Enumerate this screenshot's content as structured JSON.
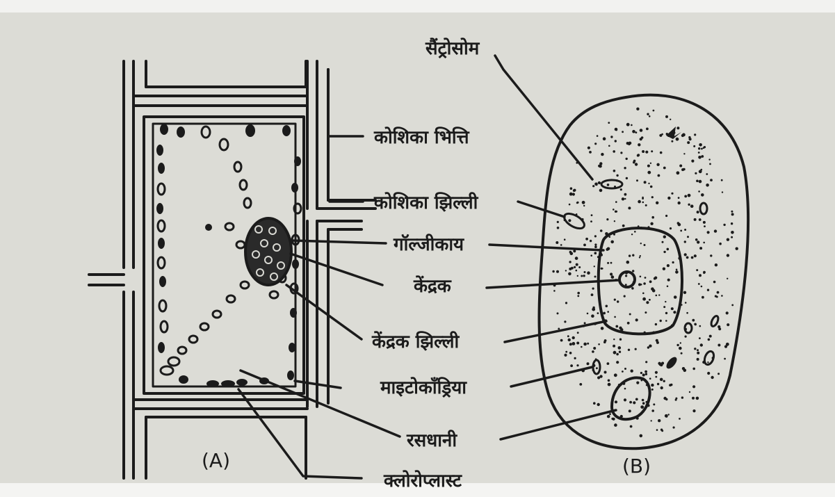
{
  "diagram": {
    "captions": {
      "plant_cell": "(A)",
      "animal_cell": "(B)"
    },
    "labels": {
      "centrosome": "सैंट्रोसोम",
      "cell_wall": "कोशिका भित्ति",
      "cell_membrane": "कोशिका झिल्ली",
      "golgi_body": "गॉल्जीकाय",
      "nucleus": "केंद्रक",
      "nuclear_membrane": "केंद्रक झिल्ली",
      "mitochondria": "माइटोकॉंड्रिया",
      "vacuole": "रसधानी",
      "chloroplast": "क्लोरोप्लास्ट"
    }
  }
}
